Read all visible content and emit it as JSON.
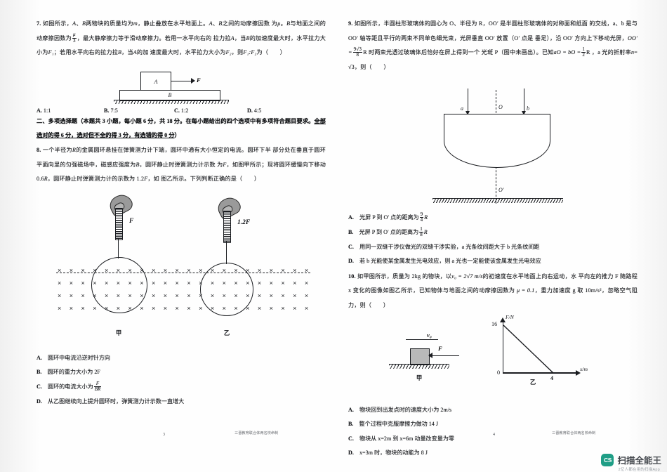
{
  "document": {
    "type": "scanned-exam-paper",
    "watermark": {
      "logo_text": "CS",
      "brand": "扫描全能王",
      "tagline": "2亿人都在用的扫描App",
      "logo_color": "#1f9e86"
    }
  },
  "left_page": {
    "page_number": "3",
    "footer": "三晋教育联合体两名校命制",
    "q7": {
      "number": "7.",
      "text_1": "如图所示，",
      "text_2": "、",
      "text_3": "两物块的质量均为",
      "text_4": "，静止叠放在水平地面上。",
      "text_5": "、",
      "text_6": "之间的动摩擦因数",
      "line2_a": "为",
      "line2_b": "。",
      "line2_c": "与地面之间的动摩擦因数为",
      "frac_num": "μ",
      "frac_den": "3",
      "line2_d": "，最大静摩擦力等于滑动摩擦力。若用一水平向右的",
      "line3_a": "拉力拉",
      "line3_b": "，当",
      "line3_c": "的加速度最大时，水平拉力大小为",
      "line3_d": "；若用水平向右的拉力拉",
      "line3_e": "，当",
      "line3_f": "的加",
      "line4_a": "速度最大时，水平拉力大小为",
      "line4_b": "，则",
      "line4_c": "为（　　）",
      "sym_A": "A",
      "sym_B": "B",
      "sym_m": "m",
      "sym_mu": "μ",
      "sym_F1": "F₁",
      "sym_F2": "F₂",
      "ratio": "F₁:F₂",
      "figure": {
        "block_top_label": "A",
        "block_bottom_label": "B",
        "force_label": "F"
      },
      "options": [
        {
          "key": "A.",
          "value": "1:1"
        },
        {
          "key": "B.",
          "value": "7:5"
        },
        {
          "key": "C.",
          "value": "1:2"
        },
        {
          "key": "D.",
          "value": "4:5"
        }
      ]
    },
    "section2": {
      "title": "二、多项选择题",
      "body_a": "（本题共 3 小题，每小题 6 分，共 18 分。在每小题给出的四个选项中有多项符",
      "body_b": "合题目要求。",
      "body_underlined": "全部选对的得 6 分，选对但不全的得 3 分，有选错的得 0 分",
      "body_c": "）"
    },
    "q8": {
      "number": "8.",
      "line1_a": "一个半径为",
      "line1_b": "的金属圆环悬挂在弹簧测力计下端，圆环中通有大小恒定的电流。圆环下半",
      "line2": "部分处在垂直于圆环平面向里的匀强磁场中，磁感应强度为",
      "line2_b": "，圆环静止时弹簧测力计示数",
      "line3_a": "为",
      "line3_b": "，如图甲所示；现将圆环缓慢向下移动 0.6",
      "line3_c": "，圆环静止时弹簧测力计的示数为 1.2",
      "line3_d": "，如",
      "line4": "图乙所示。下列判断正确的是（　　）",
      "sym_R": "R",
      "sym_B": "B",
      "sym_F": "F",
      "figure": {
        "left_label": "F",
        "right_label": "1.2F",
        "caption_left": "甲",
        "caption_right": "乙",
        "field_symbol": "×"
      },
      "options": [
        {
          "key": "A.",
          "text": "圆环中电流沿逆时针方向"
        },
        {
          "key": "B.",
          "text": "圆环的重力大小为 2F"
        },
        {
          "key": "C.",
          "text": "圆环的电流大小为",
          "frac_num": "F",
          "frac_den": "BR"
        },
        {
          "key": "D.",
          "text": "从乙图继续向上提升圆环时，弹簧测力计示数一直增大"
        }
      ]
    }
  },
  "right_page": {
    "page_number": "4",
    "footer": "三晋教育联合体两名校命制",
    "q9": {
      "number": "9.",
      "line1": "如图所示，半圆柱形玻璃体的圆心为 O、半径为 R，OO′ 是半圆柱形玻璃体的对称面和纸面",
      "line2": "的交线，a、b 是与 OO′ 轴等距且平行的两束不同单色细光束，光屏垂直 OO′ 放置（O′ 点是",
      "line3_a": "垂足），沿 OO′ 方向上下移动光屏，",
      "line3_frac_num": "9√3",
      "line3_frac_den": "8",
      "line3_b": "R 时两束光透过玻璃体后恰好在屏上得到一个",
      "line3_oo": "OO′ =",
      "line4_a": "光斑 P（图中未画出）。已知",
      "line4_aO": "aO = bO =",
      "line4_frac_num": "1",
      "line4_frac_den": "2",
      "line4_b": "R ，a 光的折射率",
      "line4_n": "n",
      "line4_c": "= √3，则（　　）",
      "figure": {
        "label_a": "a",
        "label_b": "b",
        "label_O": "O",
        "label_Op": "O′"
      },
      "options": [
        {
          "key": "A.",
          "text_a": "光屏 P 到 O′ 点的距离为",
          "frac_num": "9",
          "frac_den": "4",
          "text_b": "R"
        },
        {
          "key": "B.",
          "text_a": "光屏 P 到 O′ 点的距离为",
          "frac_num": "1",
          "frac_den": "8",
          "text_b": "R"
        },
        {
          "key": "C.",
          "text_a": "用同一双缝干涉仪做光的双缝干涉实验，a 光条纹间距大于 b 光条纹间距"
        },
        {
          "key": "D.",
          "text_a": "若 b 光能使某金属发生光电效应，则 a 光也一定能使该金属发生光电效应"
        }
      ]
    },
    "q10": {
      "number": "10.",
      "line1_a": "如甲图所示，质量为 2kg 的物块，以",
      "line1_v": "v₀ = 2√7 m/s",
      "line1_b": "的初速度在水平地面上向右运动，水",
      "line2": "平向左的推力 F 随路程 x 变化的图像如图乙所示，已知物体与地面之间的动摩擦因数为",
      "line3_a": "μ = 0.1",
      "line3_b": "，重力加速度 g 取 10m/s²，忽略空气阻力，则（　　）",
      "figure": {
        "block_velocity_label": "v₀",
        "force_label": "F",
        "caption_left": "甲",
        "caption_right": "乙"
      },
      "options": [
        {
          "key": "A.",
          "text": "物块回到出发点时的速度大小为 2m/s"
        },
        {
          "key": "B.",
          "text": "整个过程中克服摩擦力做功 14 J"
        },
        {
          "key": "C.",
          "text": "物块从 x=2m 到 x=6m 动量改变量为零"
        },
        {
          "key": "D.",
          "text": "x=3m 时，物块的动能为 8 J"
        }
      ]
    }
  },
  "chart_data": {
    "type": "line",
    "title": "",
    "xlabel": "x/m",
    "ylabel": "F/N",
    "x": [
      0,
      4
    ],
    "values": [
      16,
      0
    ],
    "xlim": [
      0,
      5.5
    ],
    "ylim": [
      0,
      17
    ],
    "xticks": [
      "0",
      "4"
    ],
    "yticks": [
      "16"
    ],
    "grid": false,
    "legend": "none",
    "caption": "乙"
  }
}
